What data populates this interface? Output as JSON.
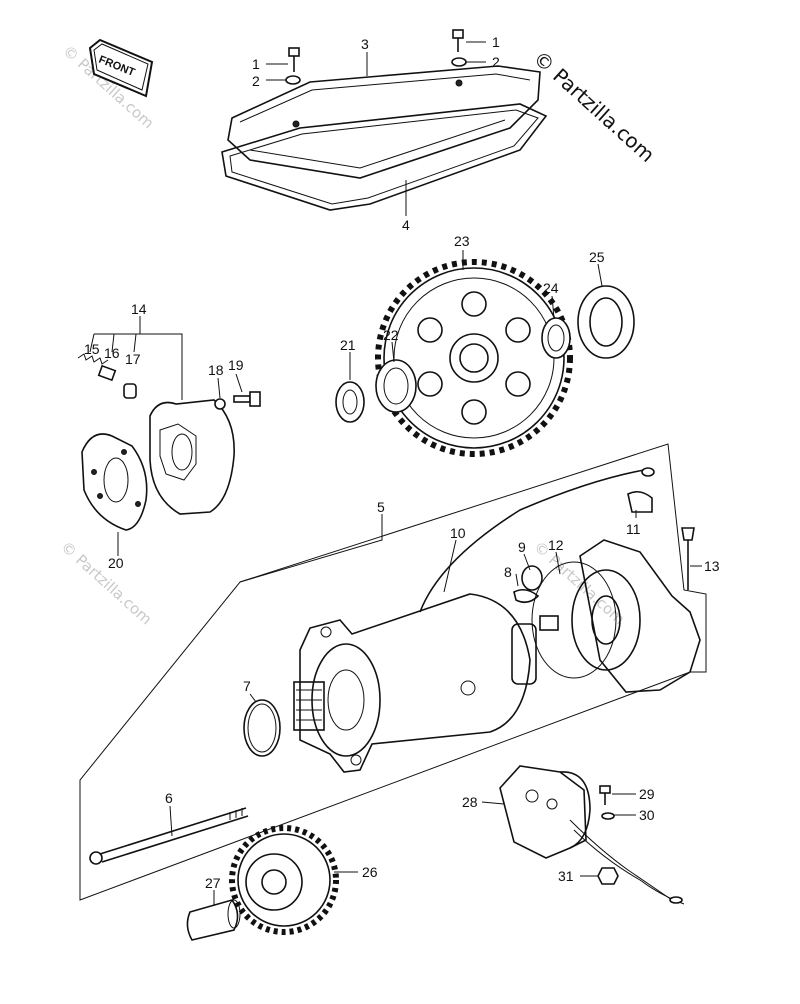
{
  "watermark": {
    "main": "© Partzilla.com",
    "faint": "© Partzilla.com"
  },
  "badge": {
    "front": "FRONT"
  },
  "callouts": [
    {
      "id": "c1a",
      "text": "1"
    },
    {
      "id": "c2a",
      "text": "2"
    },
    {
      "id": "c3",
      "text": "3"
    },
    {
      "id": "c1b",
      "text": "1"
    },
    {
      "id": "c2b",
      "text": "2"
    },
    {
      "id": "c4",
      "text": "4"
    },
    {
      "id": "c23",
      "text": "23"
    },
    {
      "id": "c25",
      "text": "25"
    },
    {
      "id": "c24",
      "text": "24"
    },
    {
      "id": "c21",
      "text": "21"
    },
    {
      "id": "c22",
      "text": "22"
    },
    {
      "id": "c14",
      "text": "14"
    },
    {
      "id": "c15",
      "text": "15"
    },
    {
      "id": "c16",
      "text": "16"
    },
    {
      "id": "c17",
      "text": "17"
    },
    {
      "id": "c18",
      "text": "18"
    },
    {
      "id": "c19",
      "text": "19"
    },
    {
      "id": "c20",
      "text": "20"
    },
    {
      "id": "c5",
      "text": "5"
    },
    {
      "id": "c10",
      "text": "10"
    },
    {
      "id": "c9",
      "text": "9"
    },
    {
      "id": "c12",
      "text": "12"
    },
    {
      "id": "c11",
      "text": "11"
    },
    {
      "id": "c13",
      "text": "13"
    },
    {
      "id": "c8",
      "text": "8"
    },
    {
      "id": "c7",
      "text": "7"
    },
    {
      "id": "c6",
      "text": "6"
    },
    {
      "id": "c28",
      "text": "28"
    },
    {
      "id": "c29",
      "text": "29"
    },
    {
      "id": "c30",
      "text": "30"
    },
    {
      "id": "c31",
      "text": "31"
    },
    {
      "id": "c27",
      "text": "27"
    },
    {
      "id": "c26",
      "text": "26"
    }
  ]
}
